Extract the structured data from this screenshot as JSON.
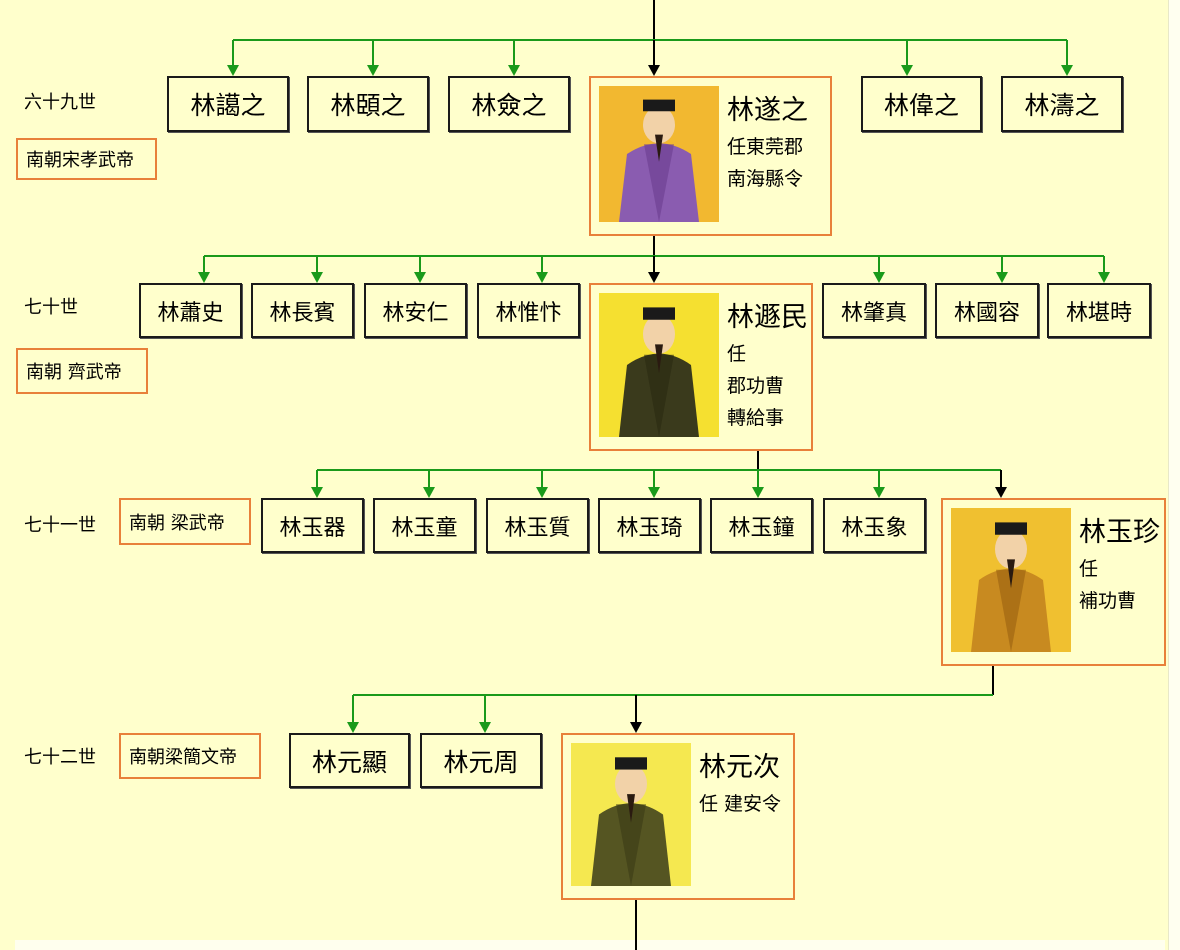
{
  "colors": {
    "background": "#ffffcc",
    "featured_border": "#e8803a",
    "arrow_green": "#1a9a1a",
    "arrow_black": "#000000"
  },
  "generations": [
    {
      "label": "六十九世",
      "dynasty": "南朝宋孝武帝",
      "siblings": [
        "林譪之",
        "林頣之",
        "林僉之",
        "林偉之",
        "林濤之"
      ],
      "featured": {
        "name": "林遂之",
        "lines": [
          "任東莞郡",
          "南海縣令"
        ],
        "portrait": "official-portrait-purple-robe"
      }
    },
    {
      "label": "七十世",
      "dynasty": "南朝 齊武帝",
      "siblings": [
        "林蕭史",
        "林長賓",
        "林安仁",
        "林惟忭",
        "林肇真",
        "林國容",
        "林堪時"
      ],
      "featured": {
        "name": "林遯民",
        "lines": [
          "任",
          "郡功曹",
          "轉給事"
        ],
        "portrait": "official-portrait-dark-robe"
      }
    },
    {
      "label": "七十一世",
      "dynasty": "南朝 梁武帝",
      "siblings": [
        "林玉器",
        "林玉童",
        "林玉質",
        "林玉琦",
        "林玉鐘",
        "林玉象"
      ],
      "featured": {
        "name": "林玉珍",
        "lines": [
          "任",
          "補功曹"
        ],
        "portrait": "official-portrait-gold-robe"
      }
    },
    {
      "label": "七十二世",
      "dynasty": "南朝梁簡文帝",
      "siblings": [
        "林元顯",
        "林元周"
      ],
      "featured": {
        "name": "林元次",
        "lines": [
          "任 建安令"
        ],
        "portrait": "official-portrait-olive-robe"
      }
    }
  ]
}
